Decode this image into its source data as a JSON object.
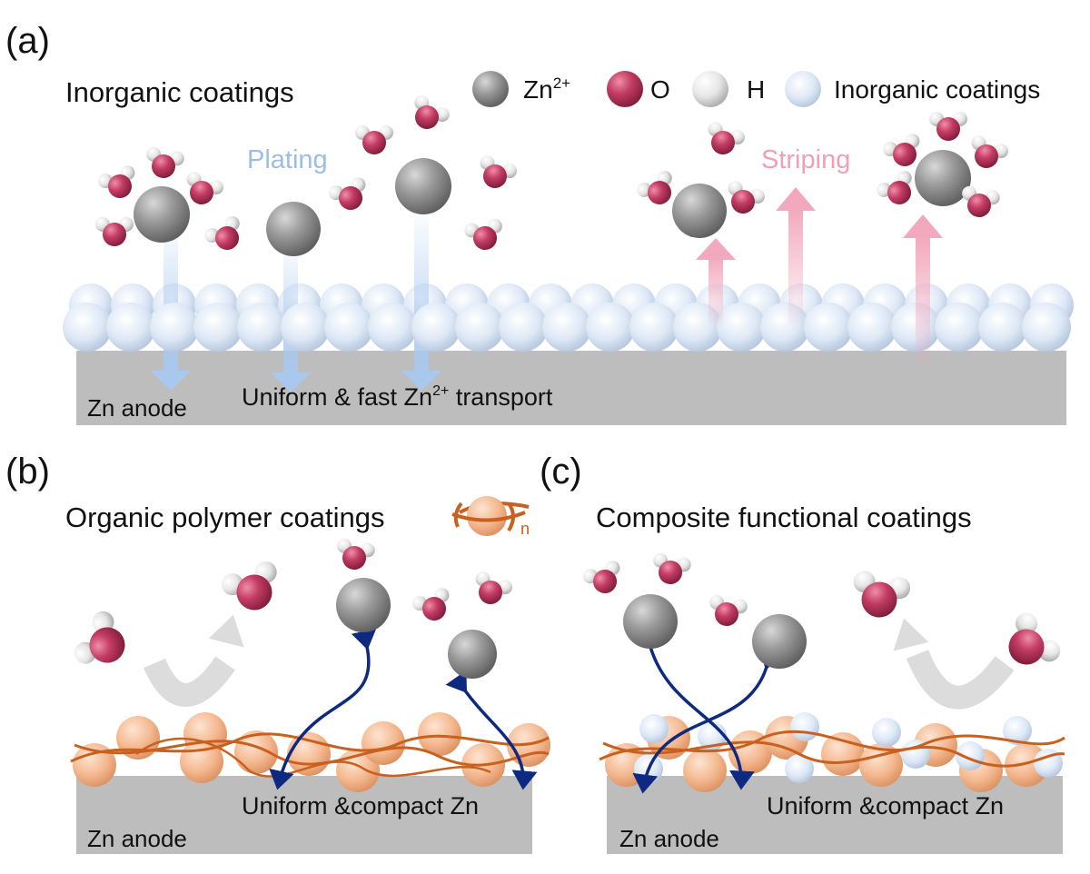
{
  "panels": {
    "a": {
      "label": "(a)",
      "title": "Inorganic coatings",
      "plating_label": "Plating",
      "striping_label": "Striping",
      "anode_label": "Zn anode",
      "transport_text": "Uniform & fast Zn",
      "transport_sup": "2+",
      "transport_tail": " transport"
    },
    "b": {
      "label": "(b)",
      "title": "Organic polymer coatings",
      "polymer_subscript": "n",
      "anode_label": "Zn anode",
      "deposit_text": "Uniform &compact Zn"
    },
    "c": {
      "label": "(c)",
      "title": "Composite functional coatings",
      "anode_label": "Zn anode",
      "deposit_text": "Uniform &compact Zn"
    }
  },
  "legend": {
    "items": [
      {
        "label": "Zn",
        "sup": "2+",
        "icon": "zinc-ion-sphere-icon"
      },
      {
        "label": "O",
        "icon": "oxygen-atom-icon"
      },
      {
        "label": "H",
        "icon": "hydrogen-atom-icon"
      },
      {
        "label": "Inorganic coatings",
        "icon": "inorganic-particle-icon"
      }
    ]
  },
  "colors": {
    "zinc": "#8a8a8a",
    "oxygen": "#b8335a",
    "hydrogen": "#e4e4e4",
    "inorganic": "#d6e3f3",
    "polymer_bead": "#f3b98f",
    "polymer_chain": "#c8601f",
    "anode": "#bdbdbd",
    "plating_arrow": "#a9c8ee",
    "striping_arrow": "#f2a8bd",
    "ion_path": "#0d2a80",
    "blocked_water": "#d9d9d9"
  }
}
